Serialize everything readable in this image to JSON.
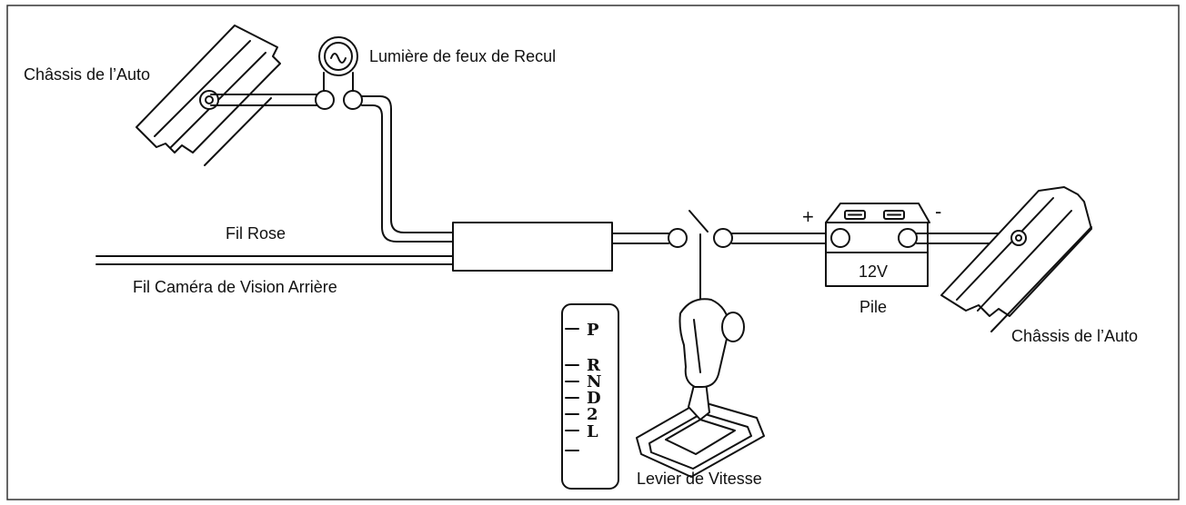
{
  "labels": {
    "chassis_left": "Châssis de l’Auto",
    "backup_light": "Lumière de feux de Recul",
    "pink_wire": "Fil Rose",
    "camera_wire": "Fil Caméra de Vision Arrière",
    "plus_sign": "+",
    "minus_sign": "-",
    "battery_voltage": "12V",
    "battery": "Pile",
    "chassis_right": "Châssis de l’Auto",
    "gear_lever": "Levier de Vitesse"
  },
  "gear_positions": [
    "P",
    "R",
    "N",
    "D",
    "2",
    "L"
  ],
  "colors": {
    "ink": "#111111",
    "background": "#ffffff",
    "frame": "#333333"
  }
}
